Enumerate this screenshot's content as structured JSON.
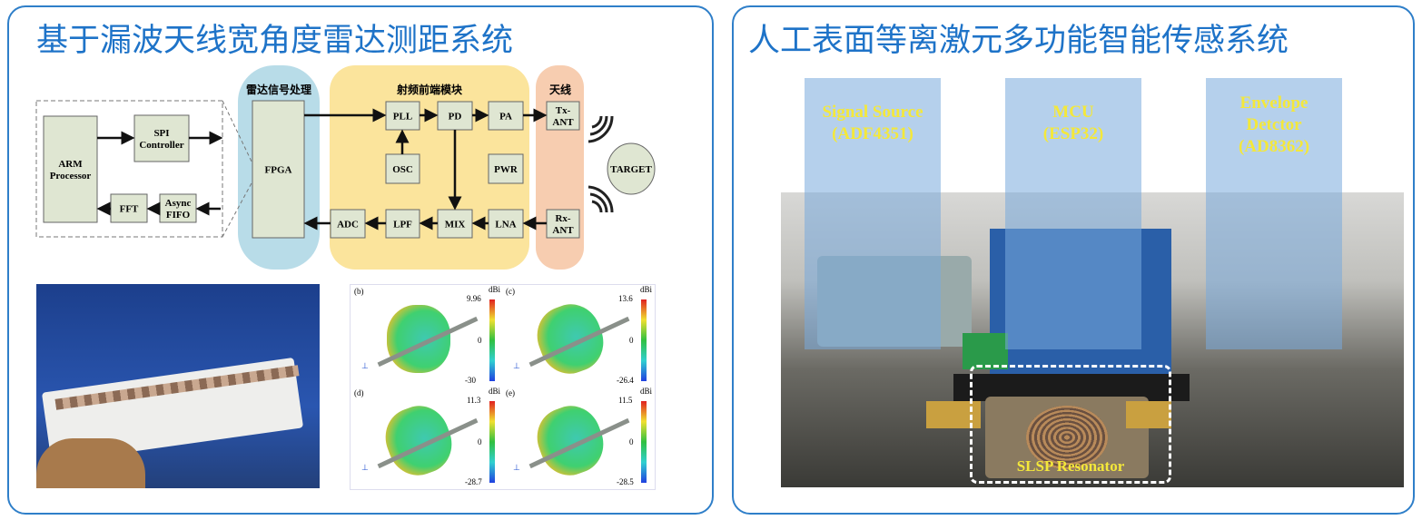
{
  "left_panel": {
    "title": "基于漏波天线宽角度雷达测距系统",
    "diagram": {
      "group_labels": {
        "signal_processing": "雷达信号处理",
        "rf_frontend": "射频前端模块",
        "antenna": "天线"
      },
      "blocks": {
        "arm": [
          "ARM",
          "Processor"
        ],
        "spi": [
          "SPI",
          "Controller"
        ],
        "fft": "FFT",
        "fifo": [
          "Async",
          "FIFO"
        ],
        "fpga": "FPGA",
        "pll": "PLL",
        "pd": "PD",
        "pa": "PA",
        "tx": [
          "Tx-",
          "ANT"
        ],
        "osc": "OSC",
        "pwr": "PWR",
        "adc": "ADC",
        "lpf": "LPF",
        "mix": "MIX",
        "lna": "LNA",
        "rx": [
          "Rx-",
          "ANT"
        ],
        "target": "TARGET"
      }
    },
    "radiation_patterns": [
      {
        "label": "(b)",
        "unit": "dBi",
        "max": "9.96",
        "mid": "0",
        "min": "-30"
      },
      {
        "label": "(c)",
        "unit": "dBi",
        "max": "13.6",
        "mid": "0",
        "min": "-26.4"
      },
      {
        "label": "(d)",
        "unit": "dBi",
        "max": "11.3",
        "mid": "0",
        "min": "-28.7"
      },
      {
        "label": "(e)",
        "unit": "dBi",
        "max": "11.5",
        "mid": "0",
        "min": "-28.5"
      }
    ]
  },
  "right_panel": {
    "title": "人工表面等离激元多功能智能传感系统",
    "labels": [
      [
        "Signal Source",
        "(ADF4351)"
      ],
      [
        "MCU",
        "(ESP32)"
      ],
      [
        "Envelope",
        "Detctor",
        "(AD8362)"
      ]
    ],
    "resonator_label": "SLSP Resonator"
  }
}
